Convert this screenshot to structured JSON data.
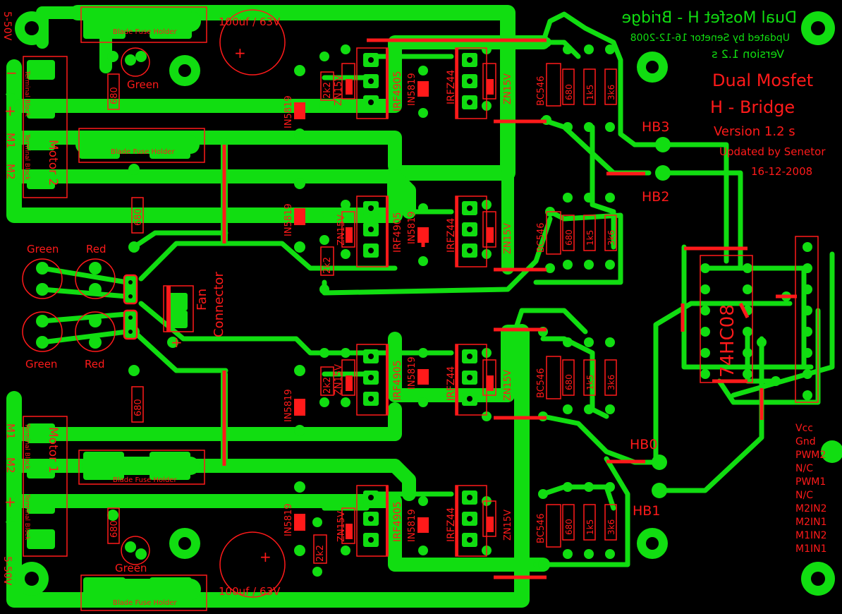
{
  "title": {
    "line1": "Dual Mosfet",
    "line2": "H - Bridge",
    "version": "Version 1.2 s",
    "updated": "Updated by Senetor",
    "date": "16-12-2008"
  },
  "mirrored": {
    "title": "Dual Mosfet H - Bridge",
    "updated": "Updated by Senetor 16-12-2008",
    "version": "Version 1.2 s"
  },
  "ic": "74HC08",
  "header_pins": [
    "Vcc",
    "Gnd",
    "PWM2",
    "N/C",
    "PWM1",
    "N/C",
    "M2IN2",
    "M2IN1",
    "M1IN2",
    "M1IN1"
  ],
  "test_points": {
    "hb3": "HB3",
    "hb2": "HB2",
    "hb0": "HB0",
    "hb1": "HB1"
  },
  "capacitor": "100uf / 63V",
  "fuse": "Blade Fuse Holder",
  "terminal": "Terminal Block",
  "motor2": "Motor 2",
  "motor1": "Motor 1",
  "m1": "M1",
  "m2": "M2",
  "supply": "5-50V",
  "fan": {
    "line1": "Fan",
    "line2": "Connector"
  },
  "led": {
    "green": "Green",
    "red": "Red"
  },
  "r680": "680",
  "r1k5": "1k5",
  "r3k6": "3k6",
  "r2k2": "2k2",
  "pfet": "IRF4905",
  "nfet": "IRFZ44",
  "diode": "IN5819",
  "zener": "ZN15V",
  "bjt": "BC546",
  "plus": "+",
  "minus": "−"
}
